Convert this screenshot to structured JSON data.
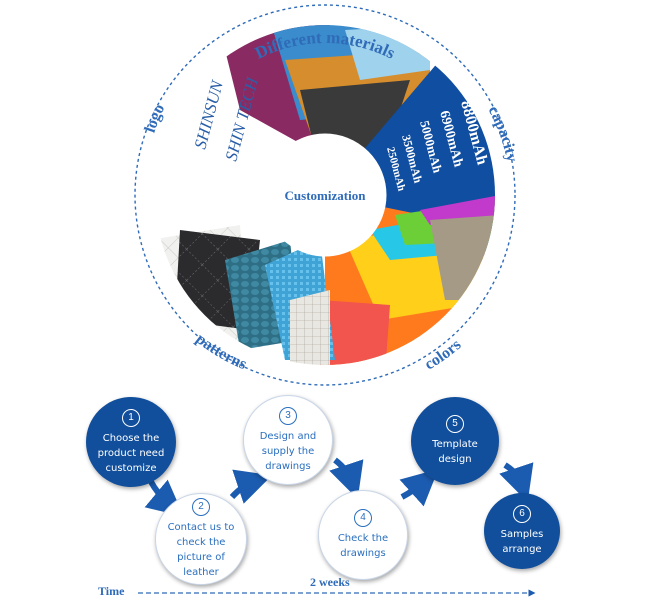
{
  "wheel": {
    "center_label": "Customization",
    "arc_labels": {
      "top": "Different materials",
      "right": "capacity",
      "left": "logo",
      "bottom_left": "patterns",
      "bottom_right": "colors"
    },
    "logo_texts": [
      "SHINSUN",
      "SHIN TECH"
    ],
    "capacities": [
      "8800mAh",
      "6900mAh",
      "5000mAh",
      "3500mAh",
      "2500mAh"
    ],
    "colors": {
      "brand_blue": "#114f9c",
      "label_blue": "#2f6bb8",
      "capacity_bg": "#0f4ea0"
    }
  },
  "flow": {
    "steps": [
      {
        "num": "1",
        "text": "Choose the product need customize"
      },
      {
        "num": "2",
        "text": "Contact us to check the picture of leather"
      },
      {
        "num": "3",
        "text": "Design and supply the drawings"
      },
      {
        "num": "4",
        "text": "Check the drawings"
      },
      {
        "num": "5",
        "text": "Template design"
      },
      {
        "num": "6",
        "text": "Samples arrange"
      }
    ],
    "time_label": "Time",
    "duration_label": "2 weeks"
  }
}
